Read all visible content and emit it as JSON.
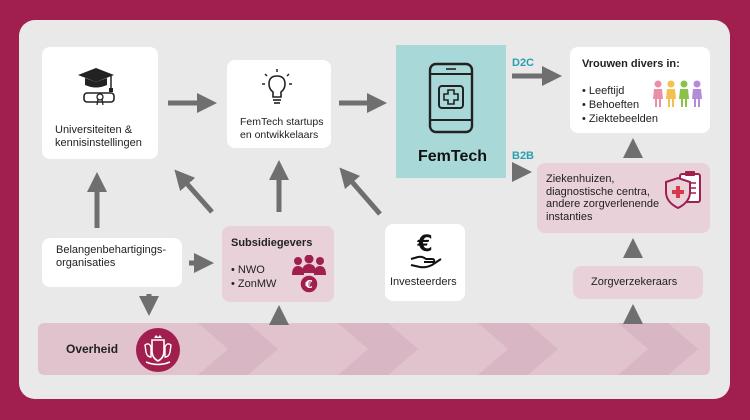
{
  "nodes": {
    "universiteiten": "Universiteiten &\nkennisinstellingen",
    "startups": "FemTech startups\nen ontwikkelaars",
    "femtech": "FemTech",
    "vrouwen_title": "Vrouwen divers in:",
    "vrouwen_items": [
      "Leeftijd",
      "Behoeften",
      "Ziektebeelden"
    ],
    "belangen": "Belangenbehartigings-\norganisaties",
    "subsidie_title": "Subsidiegevers",
    "subsidie_items": [
      "NWO",
      "ZonMW"
    ],
    "investeerders": "Investeerders",
    "ziekenhuizen": "Ziekenhuizen,\ndiagnostische centra,\nandere zorgverlenende\ninstanties",
    "zorgverzekeraars": "Zorgverzekeraars",
    "overheid": "Overheid"
  },
  "edge_labels": {
    "d2c": "D2C",
    "b2b": "B2B"
  },
  "icons": [
    "graduation-cap-icon",
    "diploma-scroll-icon",
    "lightbulb-icon",
    "smartphone-medical-icon",
    "diverse-women-icon",
    "people-euro-icon",
    "euro-hand-icon",
    "medical-shield-clipboard-icon",
    "coat-of-arms-icon"
  ],
  "colors": {
    "frame": "#a01f4f",
    "panel": "#e9e9e9",
    "femtech": "#a8d9d8",
    "pink_box": "#e8d1d9",
    "arrow": "#6f6f6f",
    "accent": "#2a9fb0",
    "seal": "#a01f4f"
  }
}
